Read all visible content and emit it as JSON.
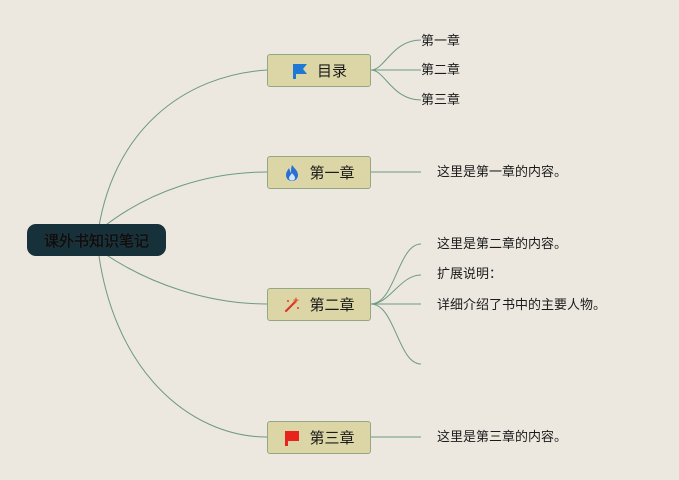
{
  "colors": {
    "background": "#ece8df",
    "root_fill": "#17313a",
    "branch_fill": "#dcd5a5",
    "branch_border": "#93a882",
    "connector": "#6e9a80"
  },
  "root": {
    "label": "课外书知识笔记"
  },
  "branches": [
    {
      "label": "目录",
      "icon": "blue-flag-icon",
      "leaves": [
        "第一章",
        "第二章",
        "第三章"
      ]
    },
    {
      "label": "第一章",
      "icon": "fire-icon",
      "leaves": [
        "这里是第一章的内容。"
      ]
    },
    {
      "label": "第二章",
      "icon": "magic-wand-icon",
      "leaves": [
        "这里是第二章的内容。",
        "扩展说明：",
        "详细介绍了书中的主要人物。",
        ""
      ]
    },
    {
      "label": "第三章",
      "icon": "red-flag-icon",
      "leaves": [
        "这里是第三章的内容。"
      ]
    }
  ]
}
